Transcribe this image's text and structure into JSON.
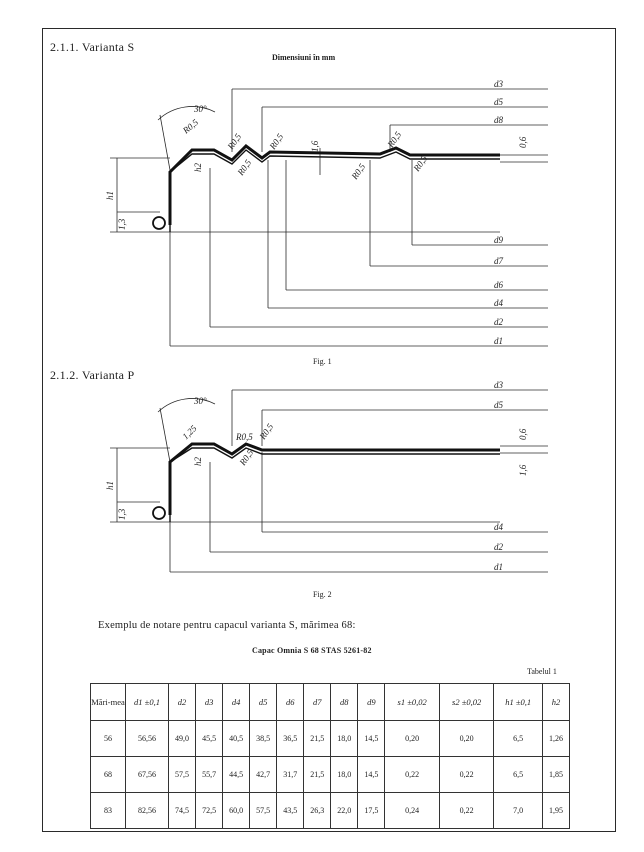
{
  "sections": {
    "s1": "2.1.1.  Varianta S",
    "s2": "2.1.2.  Varianta P",
    "units": "Dimensiuni în mm"
  },
  "fig1": {
    "caption": "Fig. 1",
    "top_dims": [
      "d3",
      "d5",
      "d8"
    ],
    "bottom_dims": [
      "d9",
      "d7",
      "d6",
      "d4",
      "d2",
      "d1"
    ],
    "radii": [
      "R0,5",
      "R0,5",
      "R0,5",
      "R0,5",
      "R0,5",
      "R0,5",
      "R0,5"
    ],
    "angle": "30°",
    "small_dims": [
      "0,6",
      "1,6",
      "1,3",
      "h1",
      "h2"
    ]
  },
  "fig2": {
    "caption": "Fig. 2",
    "top_dims": [
      "d3",
      "d5"
    ],
    "bottom_dims": [
      "d4",
      "d2",
      "d1"
    ],
    "radii": [
      "R0,5",
      "R0,5",
      "R0,5"
    ],
    "angle": "30°",
    "small_dims": [
      "0,6",
      "1,6",
      "1,3",
      "1,25",
      "h1",
      "h2"
    ]
  },
  "example": {
    "text": "Exemplu de notare pentru capacul varianta S, mărimea 68:",
    "designation": "Capac Omnia S 68 STAS 5261-82"
  },
  "table": {
    "caption": "Tabelul 1",
    "headers": [
      "Mări-mea",
      "d1 ±0,1",
      "d2",
      "d3",
      "d4",
      "d5",
      "d6",
      "d7",
      "d8",
      "d9",
      "s1 ±0,02",
      "s2 ±0,02",
      "h1 ±0,1",
      "h2"
    ],
    "rows": [
      [
        "56",
        "56,56",
        "49,0",
        "45,5",
        "40,5",
        "38,5",
        "36,5",
        "21,5",
        "18,0",
        "14,5",
        "0,20",
        "0,20",
        "6,5",
        "1,26"
      ],
      [
        "68",
        "67,56",
        "57,5",
        "55,7",
        "44,5",
        "42,7",
        "31,7",
        "21,5",
        "18,0",
        "14,5",
        "0,22",
        "0,22",
        "6,5",
        "1,85"
      ],
      [
        "83",
        "82,56",
        "74,5",
        "72,5",
        "60,0",
        "57,5",
        "43,5",
        "26,3",
        "22,0",
        "17,5",
        "0,24",
        "0,22",
        "7,0",
        "1,95"
      ]
    ]
  }
}
